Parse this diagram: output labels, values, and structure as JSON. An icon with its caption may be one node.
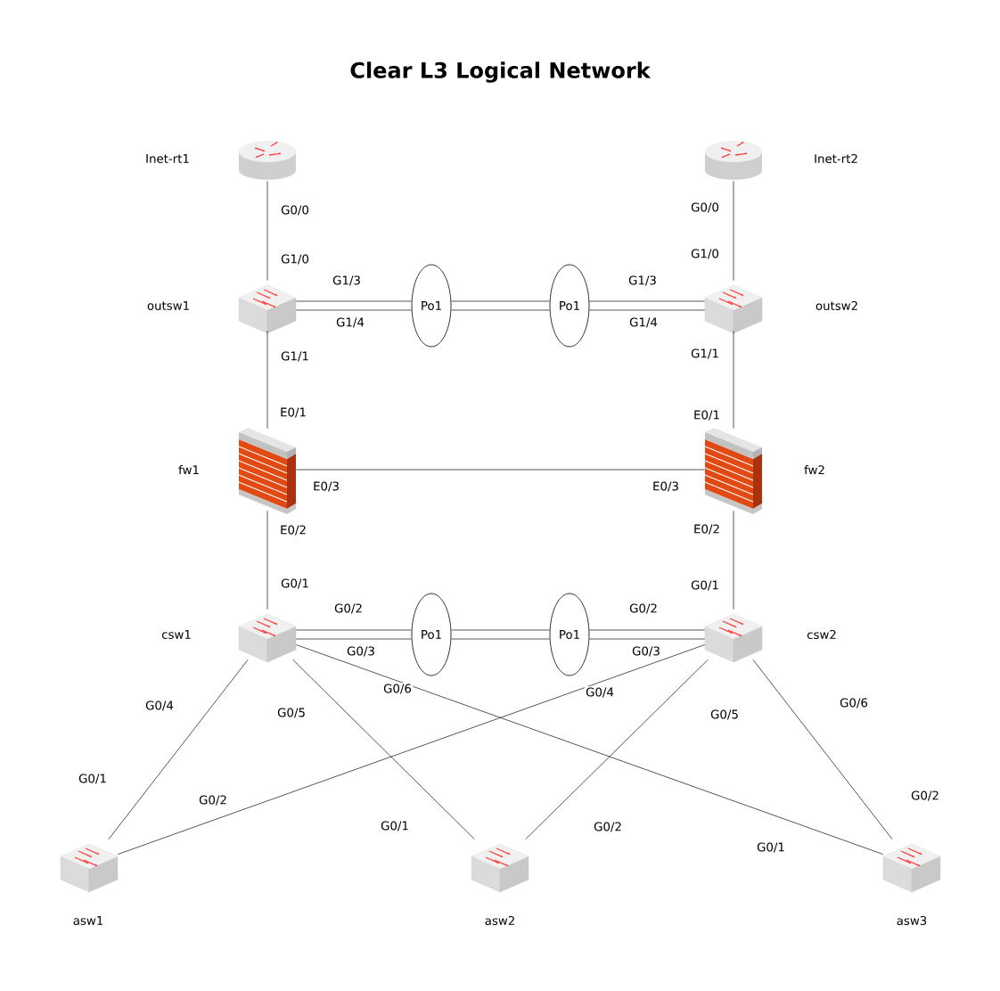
{
  "diagram": {
    "title": "Clear L3 Logical Network",
    "nodes": [
      {
        "text": [
          "Inet-rt1"
        ]
      },
      {
        "text": [
          "Inet-rt2"
        ]
      },
      {
        "text": [
          "outsw1"
        ]
      },
      {
        "text": [
          "Po1"
        ]
      },
      {
        "text": [
          "Po1"
        ]
      },
      {
        "text": [
          "outsw2"
        ]
      },
      {
        "text": [
          "fw1"
        ]
      },
      {
        "text": [
          "fw2"
        ]
      },
      {
        "text": [
          "csw1"
        ]
      },
      {
        "text": [
          "Po1"
        ]
      },
      {
        "text": [
          "Po1"
        ]
      },
      {
        "text": [
          "csw2"
        ]
      },
      {
        "text": [
          "asw1"
        ]
      },
      {
        "text": [
          "asw2"
        ]
      },
      {
        "text": [
          "asw3"
        ]
      }
    ],
    "edges": [
      {
        "from": 0,
        "to": 2,
        "arrow": "none"
      },
      {
        "from": 1,
        "to": 5,
        "arrow": "none"
      },
      {
        "from": 2,
        "to": 3,
        "arrow": "none"
      },
      {
        "from": 2,
        "to": 3,
        "arrow": "none"
      },
      {
        "from": 3,
        "to": 4,
        "arrow": "none"
      },
      {
        "from": 3,
        "to": 4,
        "arrow": "none"
      },
      {
        "from": 4,
        "to": 5,
        "arrow": "none"
      },
      {
        "from": 4,
        "to": 5,
        "arrow": "none"
      },
      {
        "from": 2,
        "to": 6,
        "arrow": "none"
      },
      {
        "from": 5,
        "to": 7,
        "arrow": "none"
      },
      {
        "from": 6,
        "to": 7,
        "arrow": "none"
      },
      {
        "from": 6,
        "to": 8,
        "arrow": "none"
      },
      {
        "from": 7,
        "to": 11,
        "arrow": "none"
      },
      {
        "from": 8,
        "to": 9,
        "arrow": "none"
      },
      {
        "from": 8,
        "to": 9,
        "arrow": "none"
      },
      {
        "from": 9,
        "to": 10,
        "arrow": "none"
      },
      {
        "from": 9,
        "to": 10,
        "arrow": "none"
      },
      {
        "from": 10,
        "to": 11,
        "arrow": "none"
      },
      {
        "from": 10,
        "to": 11,
        "arrow": "none"
      },
      {
        "from": 8,
        "to": 12,
        "arrow": "none"
      },
      {
        "from": 8,
        "to": 13,
        "arrow": "none"
      },
      {
        "from": 8,
        "to": 14,
        "arrow": "none"
      },
      {
        "from": 11,
        "to": 12,
        "arrow": "none"
      },
      {
        "from": 11,
        "to": 13,
        "arrow": "none"
      },
      {
        "from": 11,
        "to": 14,
        "arrow": "none"
      }
    ],
    "labels": [
      "G0/0",
      "G0/0",
      "G1/0",
      "G1/0",
      "G1/3",
      "G1/3",
      "G1/4",
      "G1/4",
      "G1/1",
      "G1/1",
      "E0/1",
      "E0/1",
      "E0/3",
      "E0/3",
      "E0/2",
      "E0/2",
      "G0/1",
      "G0/1",
      "G0/2",
      "G0/2",
      "G0/3",
      "G0/3",
      "G0/4",
      "G0/6",
      "G0/4",
      "G0/5",
      "G0/5",
      "G0/6",
      "G0/1",
      "G0/2",
      "G0/2",
      "G0/1",
      "G0/2",
      "G0/1"
    ]
  }
}
